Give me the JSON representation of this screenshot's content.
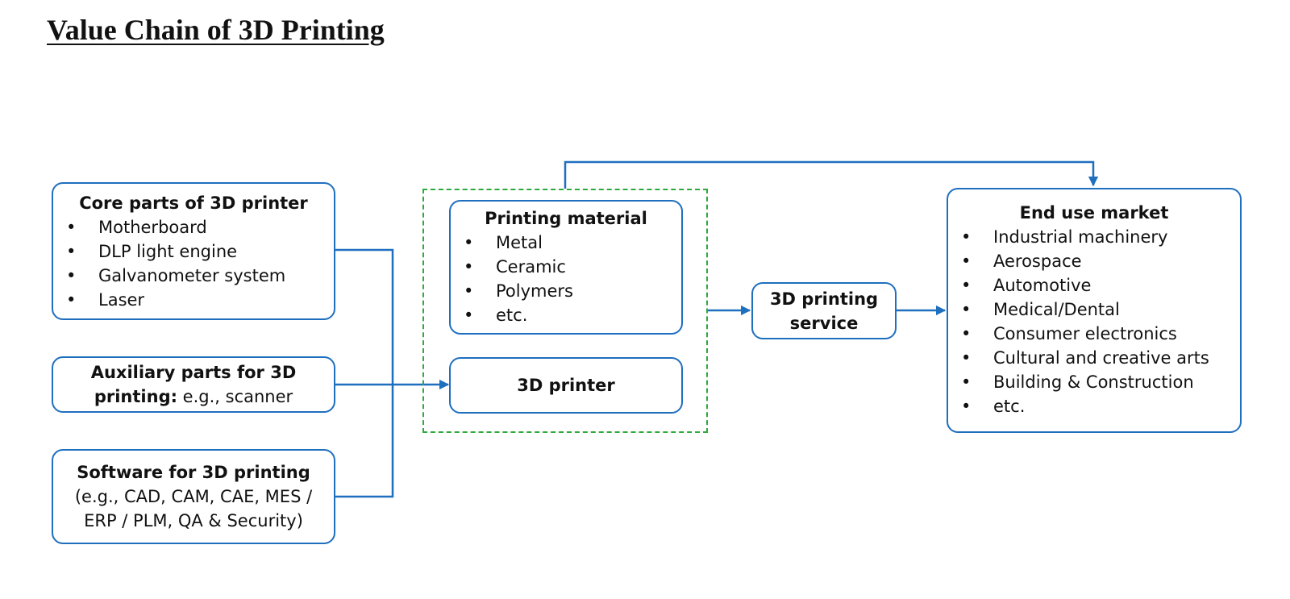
{
  "title": "Value Chain of 3D Printing",
  "nodes": {
    "core_parts": {
      "title": "Core parts of 3D printer",
      "items": [
        "Motherboard",
        "DLP light engine",
        "Galvanometer system",
        "Laser"
      ]
    },
    "auxiliary_parts": {
      "title": "Auxiliary parts for 3D printing:",
      "title_line1": "Auxiliary parts for 3D",
      "title_line2": "printing:",
      "detail": " e.g., scanner"
    },
    "software": {
      "title": "Software for 3D printing",
      "line1": "(e.g., CAD, CAM, CAE, MES /",
      "line2": "ERP / PLM, QA & Security)"
    },
    "printing_material": {
      "title": "Printing material",
      "items": [
        "Metal",
        "Ceramic",
        "Polymers",
        "etc."
      ]
    },
    "printer": {
      "title": "3D printer"
    },
    "service": {
      "line1": "3D printing",
      "line2": "service"
    },
    "end_use_market": {
      "title": "End use market",
      "items": [
        "Industrial machinery",
        "Aerospace",
        "Automotive",
        "Medical/Dental",
        "Consumer electronics",
        "Cultural and creative arts",
        "Building & Construction",
        "etc."
      ]
    }
  },
  "edges": [
    {
      "from": "core_parts",
      "to": "printer"
    },
    {
      "from": "auxiliary_parts",
      "to": "printer"
    },
    {
      "from": "software",
      "to": "printer"
    },
    {
      "from": "printing_material_group",
      "to": "service"
    },
    {
      "from": "service",
      "to": "end_use_market"
    },
    {
      "from": "printing_material_group",
      "to": "end_use_market"
    }
  ],
  "colors": {
    "box_border": "#1f6fbf",
    "arrow": "#1f6fbf",
    "group_border": "#2eaa3c"
  }
}
